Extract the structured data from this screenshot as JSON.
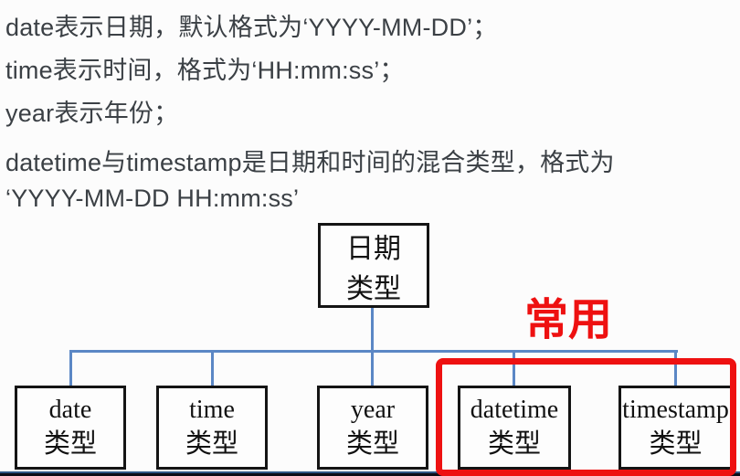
{
  "notes": {
    "lines": [
      "date表示日期，默认格式为‘YYYY-MM-DD’；",
      "time表示时间，格式为‘HH:mm:ss’；",
      "year表示年份；",
      "datetime与timestamp是日期和时间的混合类型，格式为",
      "‘YYYY-MM-DD HH:mm:ss’"
    ]
  },
  "diagram": {
    "root": {
      "line1": "日期",
      "line2": "类型"
    },
    "children": [
      {
        "name": "date",
        "label": "类型"
      },
      {
        "name": "time",
        "label": "类型"
      },
      {
        "name": "year",
        "label": "类型"
      },
      {
        "name": "datetime",
        "label": "类型"
      },
      {
        "name": "timestamp",
        "label": "类型"
      }
    ],
    "annotation": {
      "label": "常用"
    },
    "colors": {
      "connector": "#5b87c5",
      "annotation_red": "#ee1111",
      "box_border": "#141414",
      "note_text": "#3b4045"
    }
  }
}
